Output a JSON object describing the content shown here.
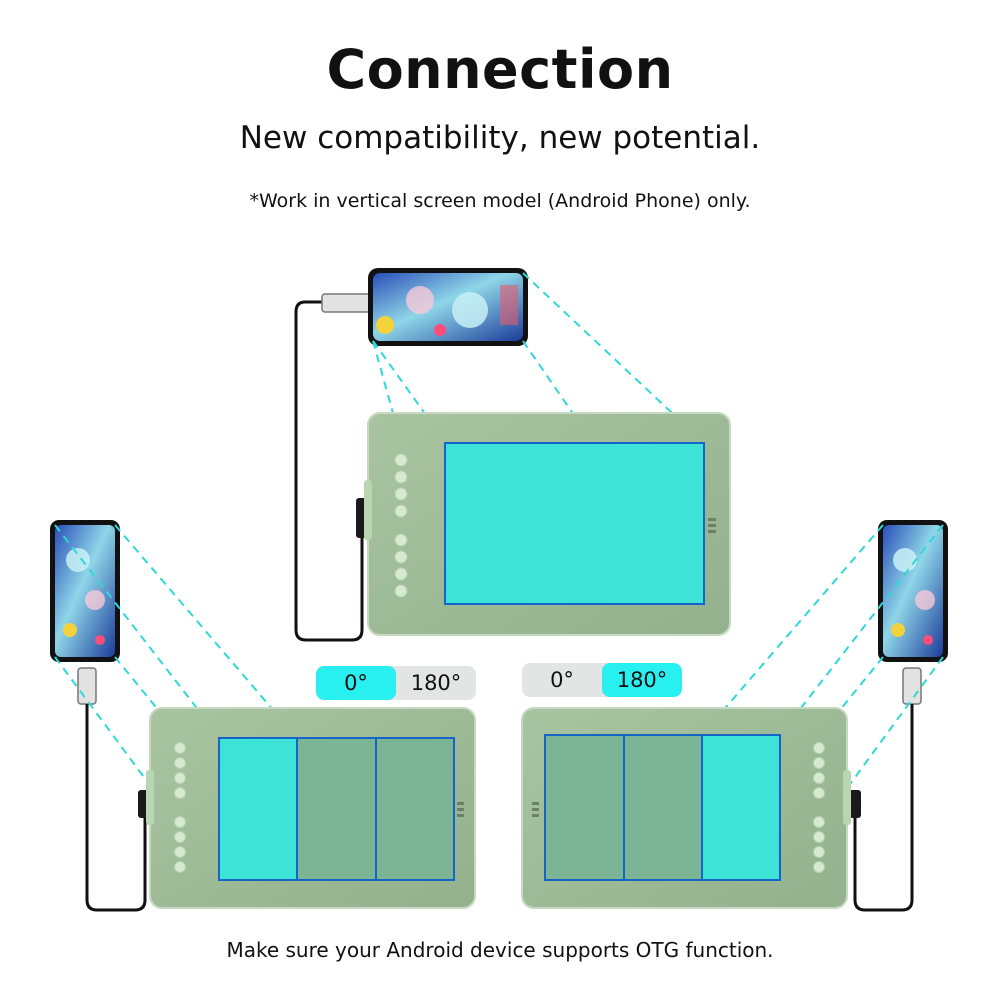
{
  "header": {
    "title": "Connection",
    "subtitle": "New compatibility, new potential.",
    "note": "*Work in vertical screen model (Android Phone) only."
  },
  "toggles": {
    "left": {
      "option_a": "0°",
      "option_b": "180°",
      "selected": "0°"
    },
    "right": {
      "option_a": "0°",
      "option_b": "180°",
      "selected": "180°"
    }
  },
  "footer": {
    "text": "Make sure your Android device supports OTG function."
  },
  "colors": {
    "tablet_body": "#9fbc98",
    "tablet_screen": "#7cb496",
    "active_screen": "#3de3d6",
    "active_border": "#1565c8",
    "projection_line": "#2fd8d8",
    "toggle_active": "#29f0f0",
    "toggle_inactive": "#e3e4e4"
  }
}
